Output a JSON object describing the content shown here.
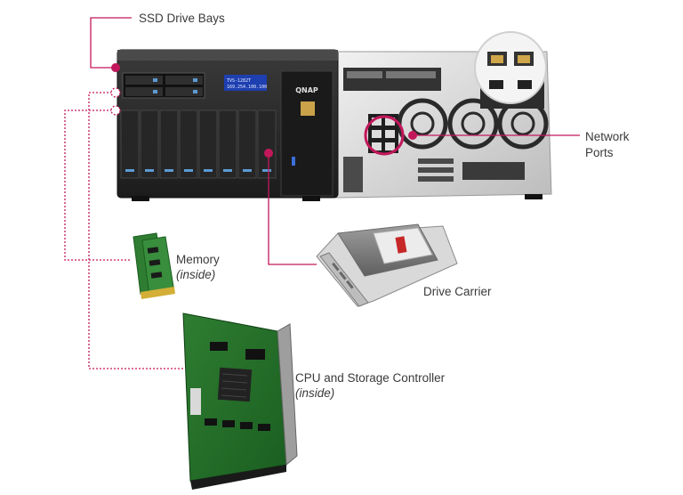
{
  "labels": {
    "ssd_bays": "SSD Drive Bays",
    "network_line1": "Network",
    "network_line2": "Ports",
    "memory": "Memory",
    "memory_note": "(inside)",
    "drive_carrier": "Drive Carrier",
    "cpu": "CPU and Storage Controller",
    "cpu_note": "(inside)"
  },
  "device": {
    "brand": "QNAP",
    "lcd_line1": "TVS-1282T",
    "lcd_line2": "169.254.100.100",
    "drive_label": "Red"
  },
  "colors": {
    "accent": "#c2185b",
    "chassis": "#2b2b2b",
    "lcd": "#1d3fb0"
  }
}
